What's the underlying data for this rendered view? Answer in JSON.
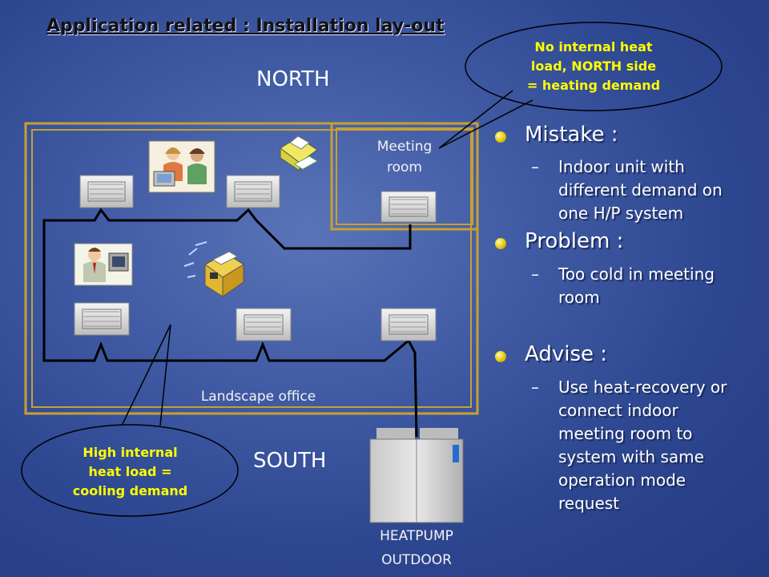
{
  "slide": {
    "title": "Application related : Installation lay-out",
    "north_label": "NORTH",
    "south_label": "SOUTH",
    "meeting_room_line1": "Meeting",
    "meeting_room_line2": "room",
    "landscape_office": "Landscape office",
    "heatpump_line1": "HEATPUMP",
    "heatpump_line2": "OUTDOOR",
    "bubble_top": [
      "No internal heat",
      "load, NORTH side",
      "= heating demand"
    ],
    "bubble_bottom": [
      "High internal",
      "heat load =",
      "cooling demand"
    ]
  },
  "bullets": [
    {
      "heading": "Mistake :",
      "detail": [
        "Indoor unit with",
        "different demand on",
        "one H/P system"
      ]
    },
    {
      "heading": "Problem :",
      "detail": [
        "Too cold in meeting",
        "room"
      ]
    },
    {
      "heading": "Advise :",
      "detail": [
        "Use heat-recovery or",
        "connect indoor",
        "meeting room to",
        "system with same",
        "operation mode",
        "request"
      ]
    }
  ],
  "colors": {
    "bubble_text": "#ffff00",
    "frame": "#c8a030",
    "accent_bullet": "#f0d000"
  }
}
